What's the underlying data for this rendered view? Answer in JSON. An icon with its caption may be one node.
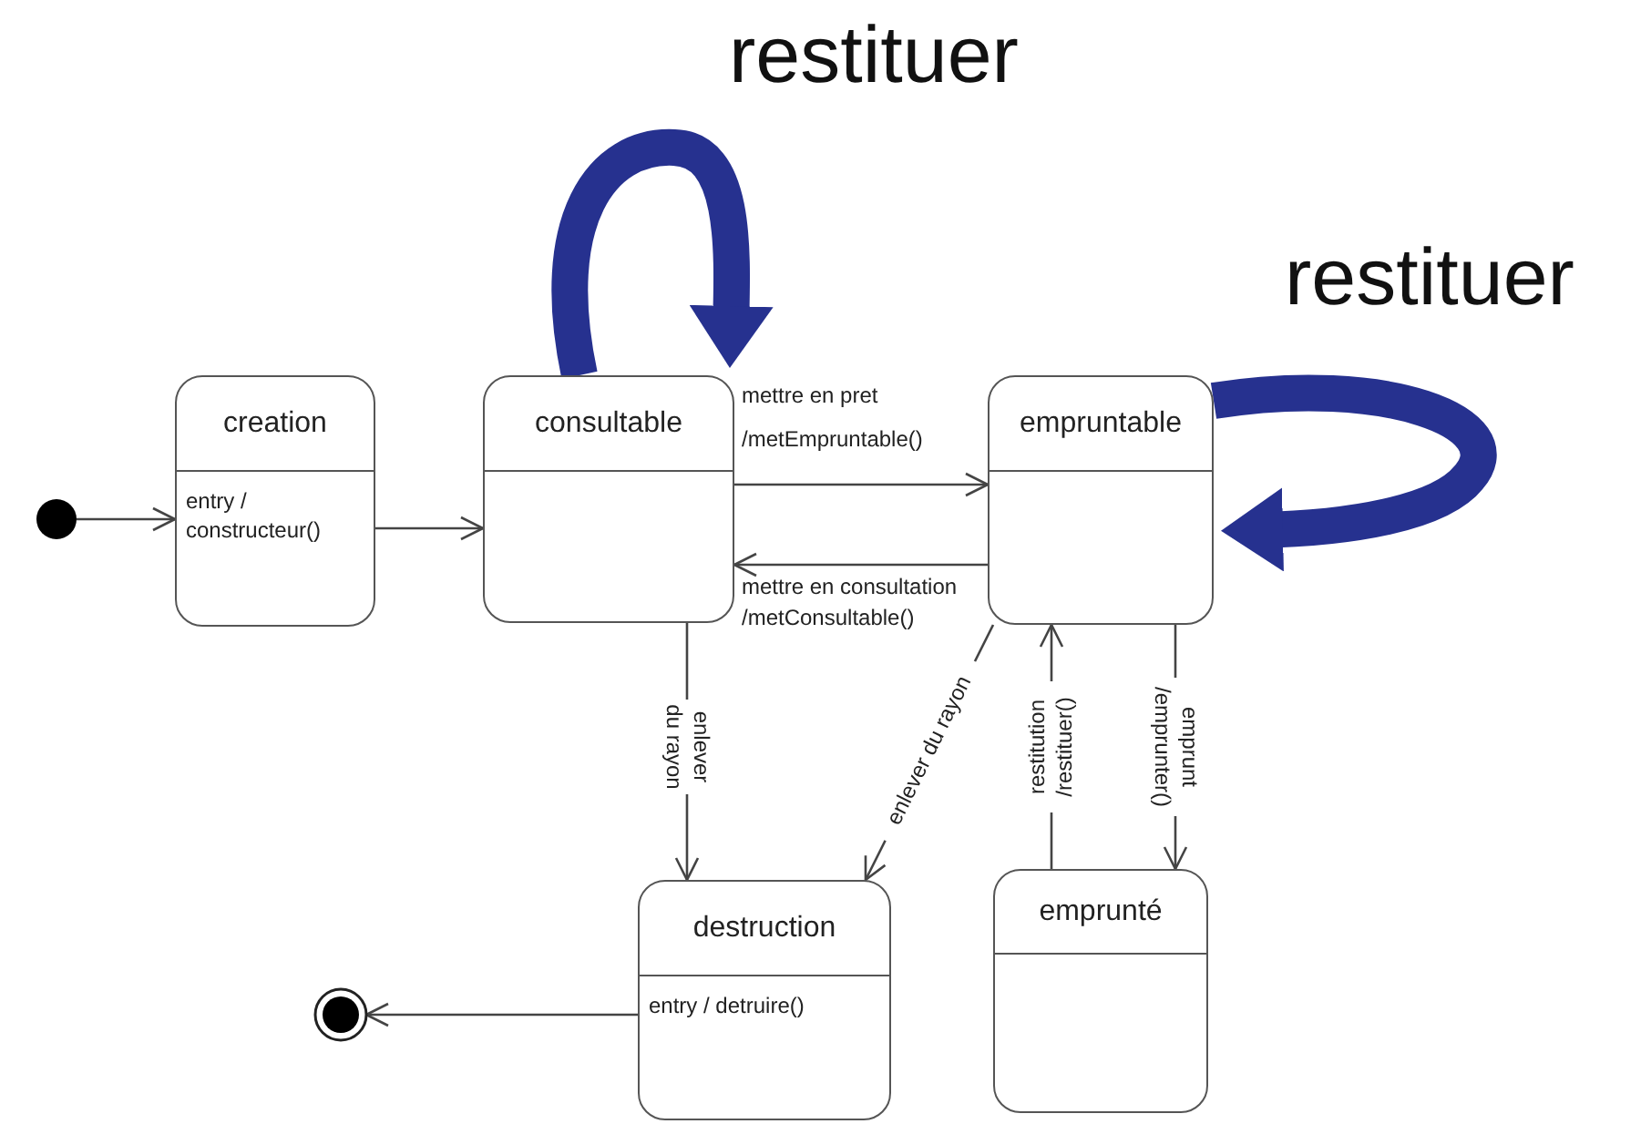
{
  "diagram": {
    "nodes": [
      {
        "text": [],
        "shape": "circle"
      },
      {
        "text": [
          "creation",
          "entry / constructeur()"
        ]
      },
      {
        "text": [
          "consultable"
        ]
      },
      {
        "text": [
          "empruntable"
        ]
      },
      {
        "text": [
          "destruction",
          "entry / detruire()"
        ]
      },
      {
        "text": [
          "emprunté"
        ]
      },
      {
        "text": [],
        "shape": "circle"
      }
    ],
    "edges": [
      {
        "from": 0,
        "to": 1,
        "arrow": "to"
      },
      {
        "from": 1,
        "to": 2,
        "arrow": "to"
      },
      {
        "from": 2,
        "to": 3,
        "label": "mettre en pret /metEmpruntable()",
        "arrow": "to"
      },
      {
        "from": 3,
        "to": 2,
        "label": "mettre en consultation /metConsultable()",
        "arrow": "to"
      },
      {
        "from": 2,
        "to": 4,
        "label": "enlever du rayon",
        "arrow": "to"
      },
      {
        "from": 3,
        "to": 4,
        "label": "enlever du rayon",
        "arrow": "to"
      },
      {
        "from": 5,
        "to": 3,
        "label": "restitution /restituer()",
        "arrow": "to"
      },
      {
        "from": 3,
        "to": 5,
        "label": "emprunt /emprunter()",
        "arrow": "to"
      },
      {
        "from": 4,
        "to": 6,
        "arrow": "to"
      },
      {
        "from": 2,
        "to": 2,
        "label": "restituer",
        "arrow": "to",
        "style": "thick",
        "color": "#26318f"
      },
      {
        "from": 3,
        "to": 3,
        "label": "restituer",
        "arrow": "to",
        "style": "thick",
        "color": "#26318f"
      }
    ]
  }
}
